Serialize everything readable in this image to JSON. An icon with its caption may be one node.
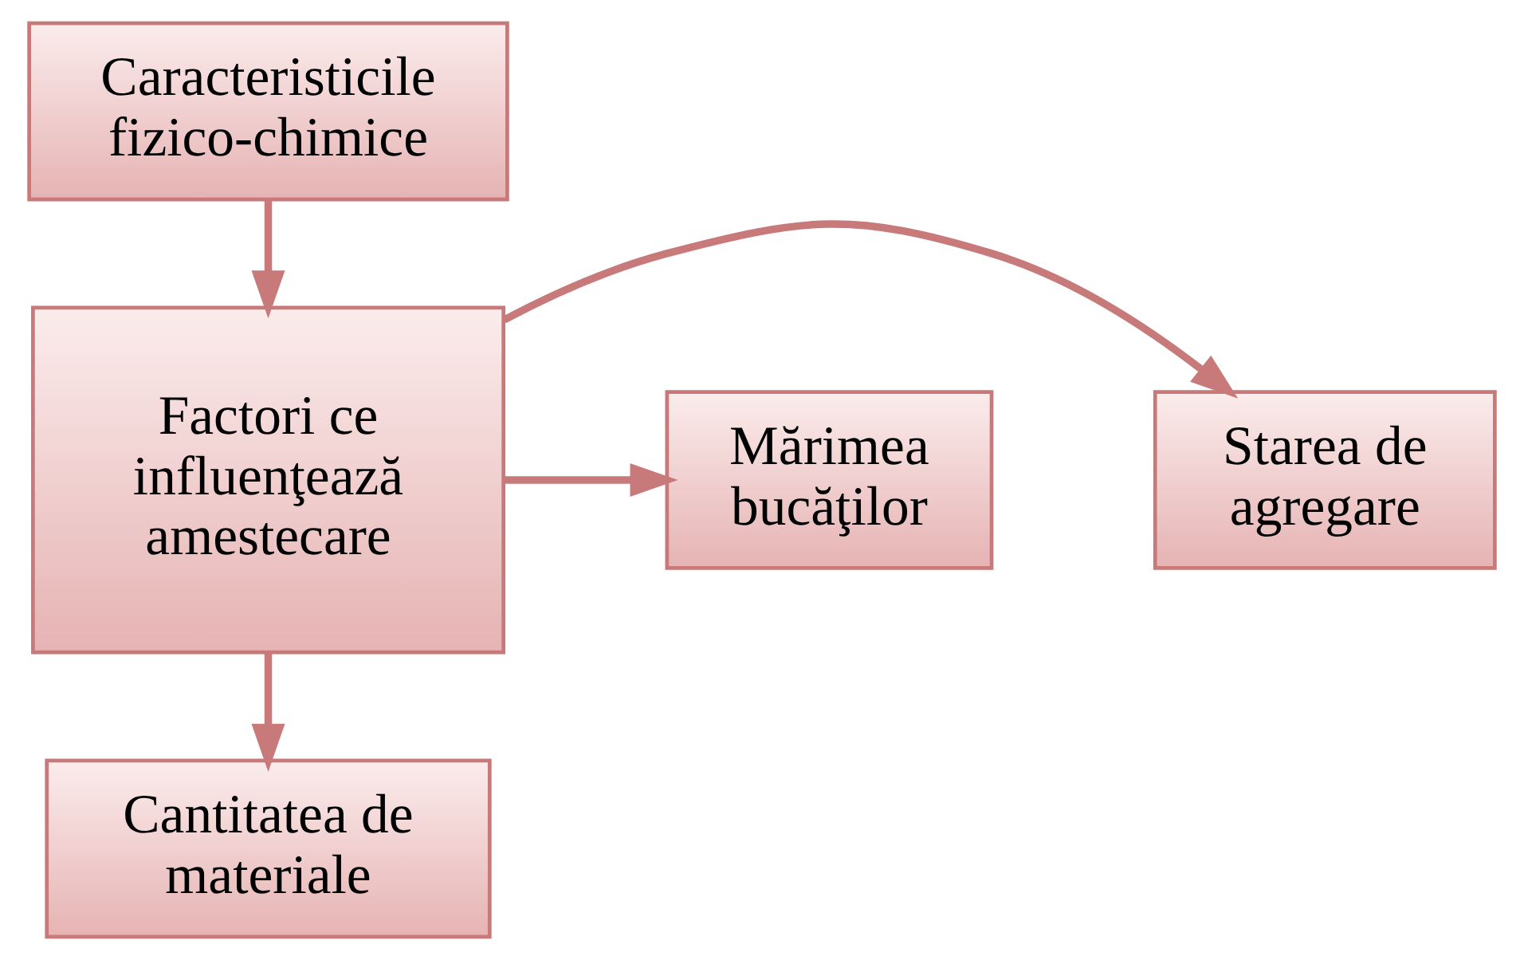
{
  "diagram": {
    "nodes": [
      {
        "text": [
          "Caracteristicile fizico-chimice"
        ]
      },
      {
        "text": [
          "Starea de agregare"
        ]
      },
      {
        "text": [
          "Factori ce influenţează amestecare"
        ]
      },
      {
        "text": [
          "Mărimea bucăţilor"
        ]
      },
      {
        "text": [
          "Cantitatea de materiale"
        ]
      }
    ],
    "edges": [
      {
        "from": 0,
        "to": 2,
        "arrow": "to"
      },
      {
        "from": 2,
        "to": 1,
        "arrow": "to"
      },
      {
        "from": 2,
        "to": 3,
        "arrow": "to"
      },
      {
        "from": 2,
        "to": 4,
        "arrow": "to"
      }
    ]
  }
}
